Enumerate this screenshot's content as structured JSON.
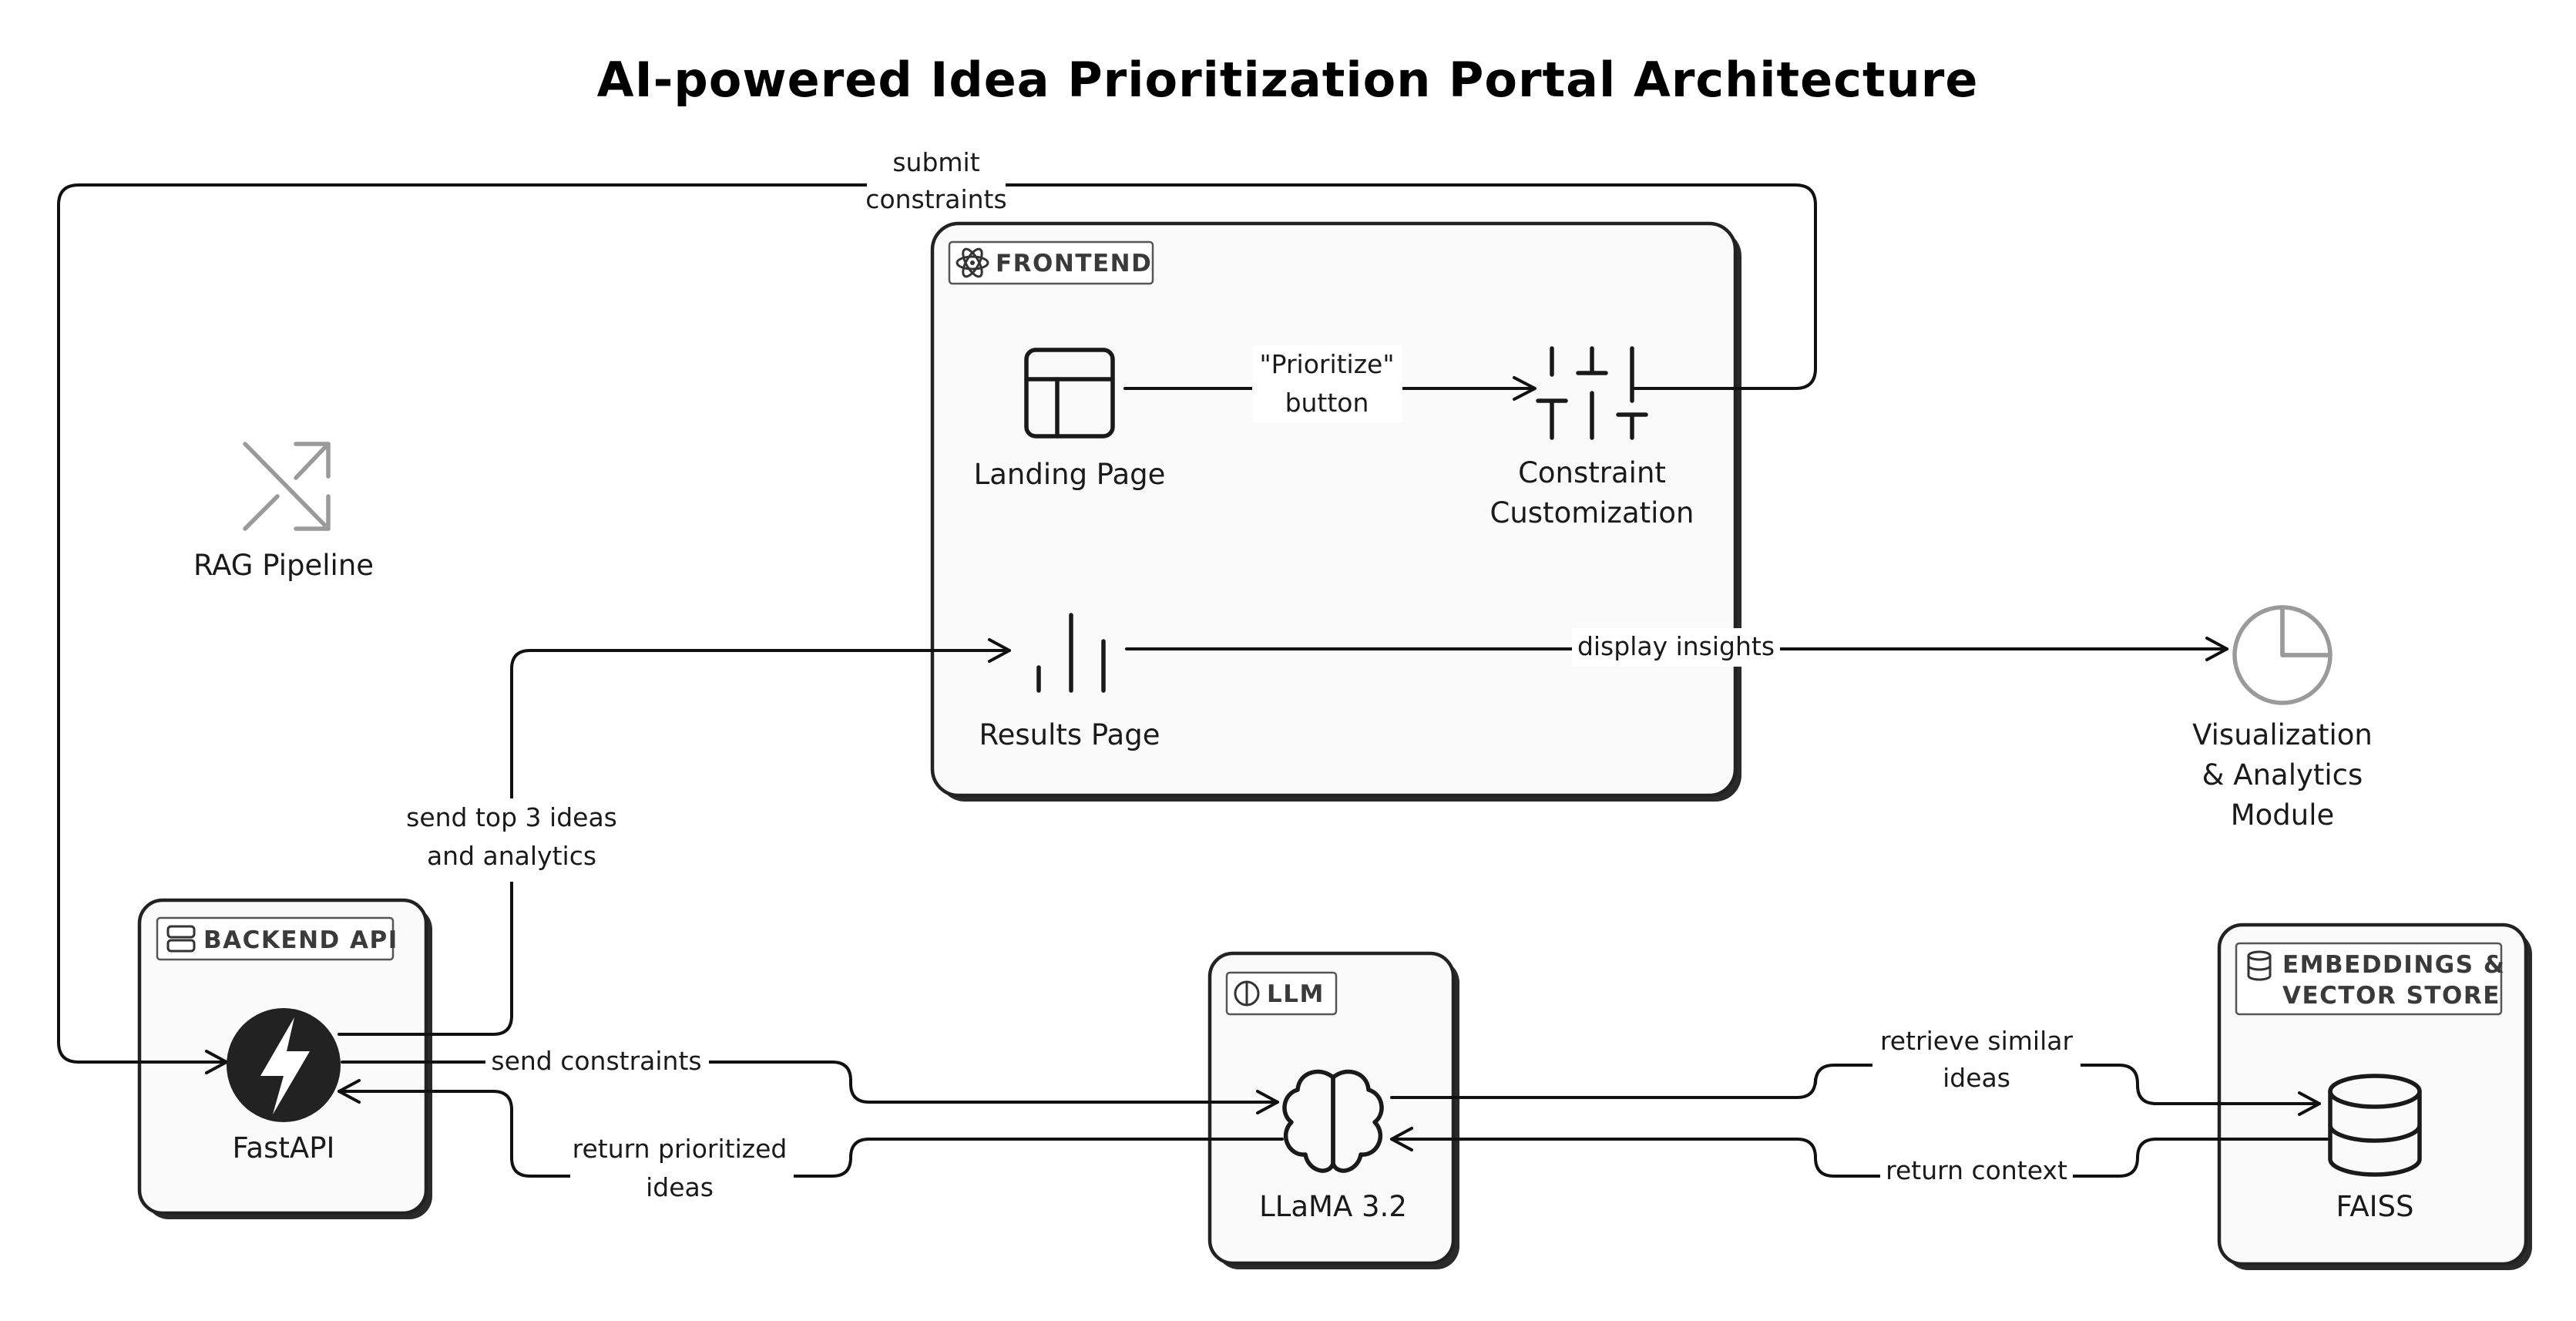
{
  "title": "AI-powered Idea Prioritization Portal Architecture",
  "groups": {
    "frontend": {
      "tag": "FRONTEND"
    },
    "backend": {
      "tag": "BACKEND API"
    },
    "llm": {
      "tag": "LLM"
    },
    "vector": {
      "tag_line1": "EMBEDDINGS &",
      "tag_line2": "VECTOR STORE"
    }
  },
  "nodes": {
    "landing": {
      "label": "Landing Page",
      "icon": "layout-icon"
    },
    "constraint": {
      "label_line1": "Constraint",
      "label_line2": "Customization",
      "icon": "sliders-icon"
    },
    "results": {
      "label": "Results Page",
      "icon": "bar-chart-icon"
    },
    "visualization": {
      "label_line1": "Visualization",
      "label_line2": "& Analytics",
      "label_line3": "Module",
      "icon": "pie-chart-icon"
    },
    "rag": {
      "label": "RAG Pipeline",
      "icon": "shuffle-icon"
    },
    "fastapi": {
      "label": "FastAPI",
      "icon": "lightning-icon"
    },
    "llama": {
      "label": "LLaMA 3.2",
      "icon": "brain-icon"
    },
    "faiss": {
      "label": "FAISS",
      "icon": "database-icon"
    }
  },
  "edges": {
    "prioritize": {
      "line1": "\"Prioritize\"",
      "line2": "button"
    },
    "submit": {
      "line1": "submit",
      "line2": "constraints"
    },
    "display": {
      "line1": "display insights"
    },
    "send_top": {
      "line1": "send top 3 ideas",
      "line2": "and analytics"
    },
    "send_constraints": {
      "line1": "send constraints"
    },
    "return_prioritized": {
      "line1": "return prioritized",
      "line2": "ideas"
    },
    "retrieve": {
      "line1": "retrieve similar",
      "line2": "ideas"
    },
    "return_context": {
      "line1": "return context"
    }
  }
}
